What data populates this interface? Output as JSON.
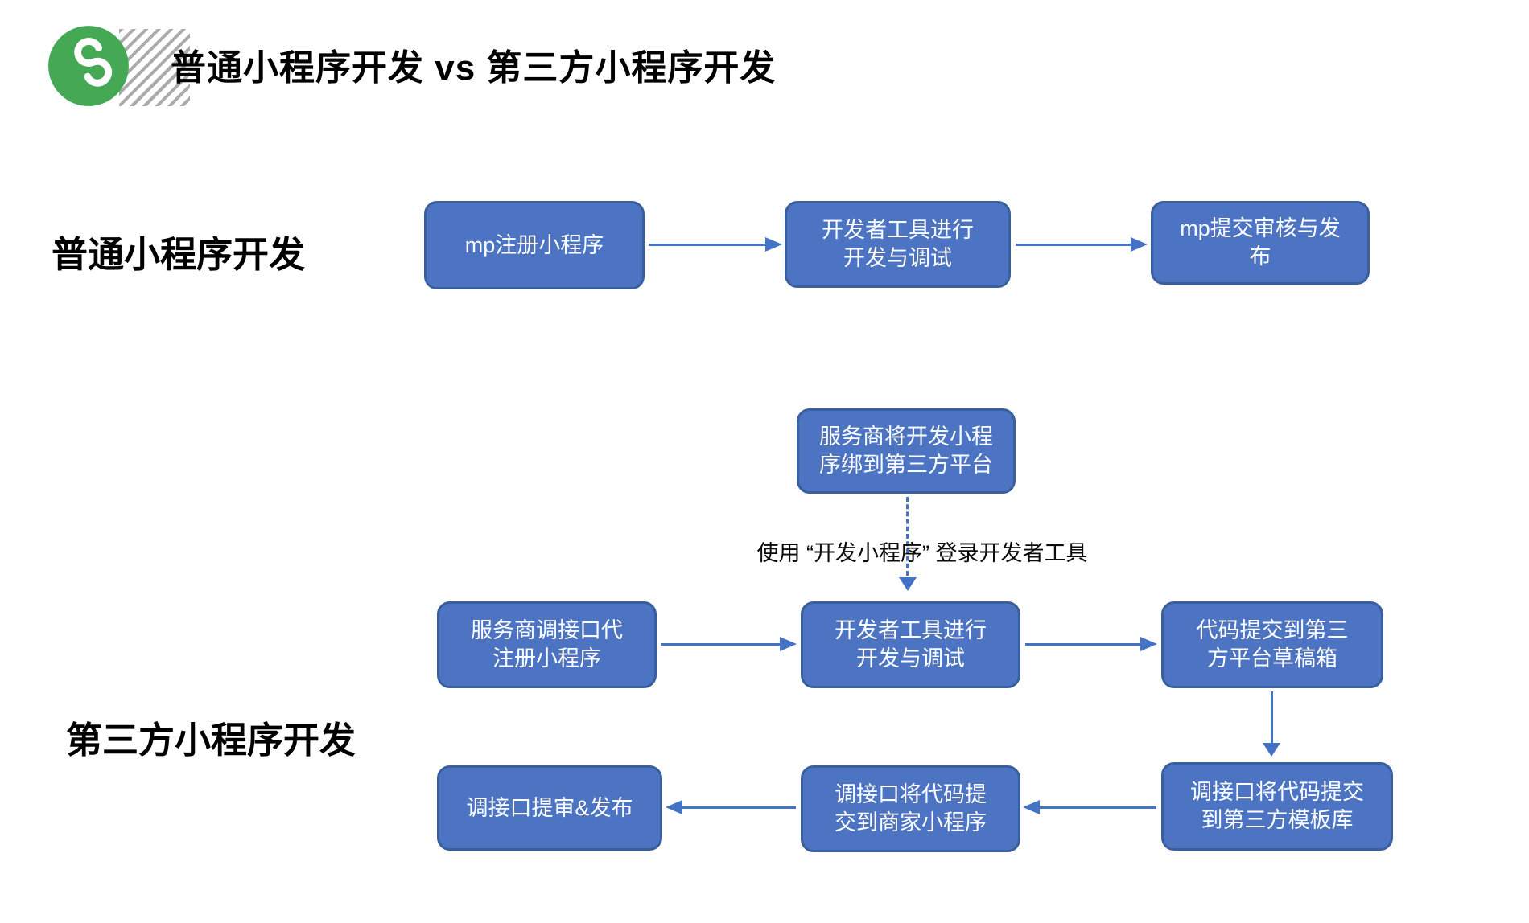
{
  "title": "普通小程序开发 vs 第三方小程序开发",
  "logo": {
    "name": "mini-program-logo",
    "circle_color": "#45A854",
    "glyph_color": "#FFFFFF",
    "hatch_color": "#ABABAB"
  },
  "colors": {
    "node_fill": "#4C74C2",
    "node_border": "#3A5F9E",
    "arrow": "#4472C4",
    "node_text": "#FFFFFF",
    "label_text": "#000000",
    "background": "#FFFFFF"
  },
  "flow_normal": {
    "label": "普通小程序开发",
    "node_register": "mp注册小程序",
    "node_devtool": "开发者工具进行\n开发与调试",
    "node_publish": "mp提交审核与发\n布"
  },
  "flow_third_party": {
    "label": "第三方小程序开发",
    "node_bind": "服务商将开发小程\n序绑到第三方平台",
    "dashed_note": "使用 “开发小程序” 登录开发者工具",
    "node_register": "服务商调接口代\n注册小程序",
    "node_devtool": "开发者工具进行\n开发与调试",
    "node_draftbox": "代码提交到第三\n方平台草稿箱",
    "node_submit": "调接口提审&发布",
    "node_merchant": "调接口将代码提\n交到商家小程序",
    "node_template": "调接口将代码提交\n到第三方模板库"
  }
}
